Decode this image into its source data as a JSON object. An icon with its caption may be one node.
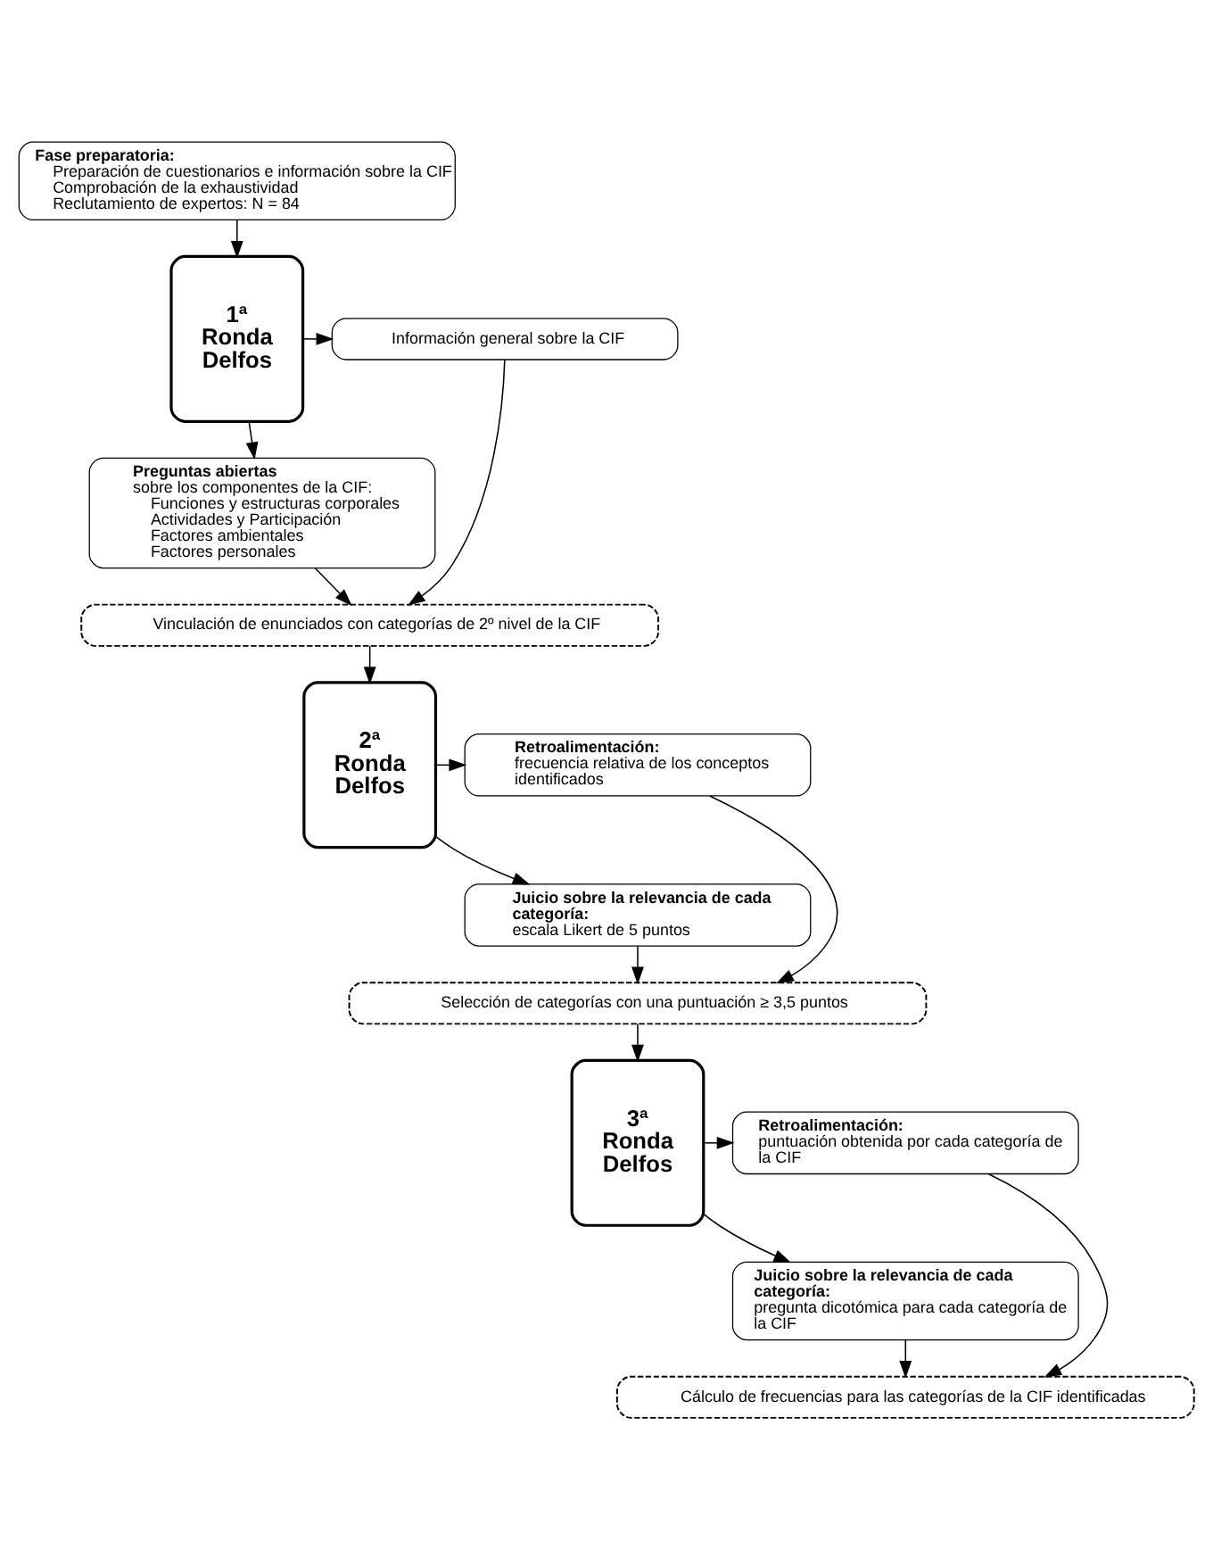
{
  "diagram": {
    "nodes": [
      {
        "text": [
          "**Fase preparatoria:**",
          "Preparación de cuestionarios e información sobre la CIF",
          "Comprobación de la exhaustividad",
          "Reclutamiento de expertos: N = 84"
        ]
      },
      {
        "text": [
          "1ª Ronda Delfos"
        ]
      },
      {
        "text": [
          "Información general sobre la CIF"
        ]
      },
      {
        "text": [
          "**Preguntas abiertas** sobre los componentes de la CIF:",
          "Funciones y estructuras corporales",
          "Actividades y Participación",
          "Factores ambientales",
          "Factores personales"
        ]
      },
      {
        "text": [
          "Vinculación de enunciados con categorías de 2º nivel de la CIF"
        ]
      },
      {
        "text": [
          "2ª Ronda Delfos"
        ]
      },
      {
        "text": [
          "**Retroalimentación:** frecuencia relativa de los conceptos identificados"
        ]
      },
      {
        "text": [
          "**Juicio sobre la relevancia de cada categoría:** escala Likert de 5 puntos"
        ]
      },
      {
        "text": [
          "Selección de categorías con una puntuación ≥ 3,5 puntos"
        ]
      },
      {
        "text": [
          "3ª Ronda Delfos"
        ]
      },
      {
        "text": [
          "**Retroalimentación:** puntuación obtenida por cada categoría de la CIF"
        ]
      },
      {
        "text": [
          "**Juicio sobre la relevancia de cada categoría:** pregunta dicotómica para cada categoría de la CIF"
        ]
      },
      {
        "text": [
          "Cálculo de frecuencias para las categorías de la CIF identificadas"
        ]
      }
    ],
    "edges": [
      {
        "from": 0,
        "to": 1,
        "arrow": "to"
      },
      {
        "from": 1,
        "to": 2,
        "arrow": "to"
      },
      {
        "from": 1,
        "to": 3,
        "arrow": "to"
      },
      {
        "from": 2,
        "to": 4,
        "arrow": "to"
      },
      {
        "from": 3,
        "to": 4,
        "arrow": "to"
      },
      {
        "from": 4,
        "to": 5,
        "arrow": "to"
      },
      {
        "from": 5,
        "to": 6,
        "arrow": "to"
      },
      {
        "from": 5,
        "to": 7,
        "arrow": "to"
      },
      {
        "from": 6,
        "to": 8,
        "arrow": "to"
      },
      {
        "from": 7,
        "to": 8,
        "arrow": "to"
      },
      {
        "from": 8,
        "to": 9,
        "arrow": "to"
      },
      {
        "from": 9,
        "to": 10,
        "arrow": "to"
      },
      {
        "from": 9,
        "to": 11,
        "arrow": "to"
      },
      {
        "from": 10,
        "to": 12,
        "arrow": "to"
      },
      {
        "from": 11,
        "to": 12,
        "arrow": "to"
      }
    ]
  }
}
